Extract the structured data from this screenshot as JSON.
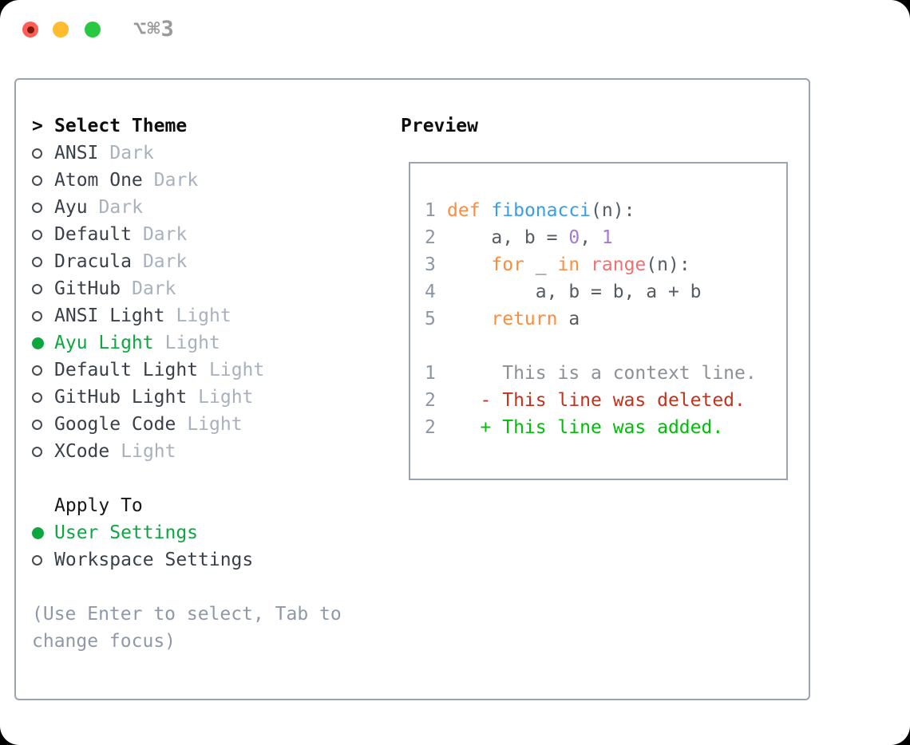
{
  "titlebar": {
    "title": "⌥⌘3"
  },
  "theme_picker": {
    "prompt": ">",
    "title": "Select Theme",
    "themes": [
      {
        "name": "ANSI",
        "variant": "Dark",
        "selected": false
      },
      {
        "name": "Atom One",
        "variant": "Dark",
        "selected": false
      },
      {
        "name": "Ayu",
        "variant": "Dark",
        "selected": false
      },
      {
        "name": "Default",
        "variant": "Dark",
        "selected": false
      },
      {
        "name": "Dracula",
        "variant": "Dark",
        "selected": false
      },
      {
        "name": "GitHub",
        "variant": "Dark",
        "selected": false
      },
      {
        "name": "ANSI Light",
        "variant": "Light",
        "selected": false
      },
      {
        "name": "Ayu Light",
        "variant": "Light",
        "selected": true
      },
      {
        "name": "Default Light",
        "variant": "Light",
        "selected": false
      },
      {
        "name": "GitHub Light",
        "variant": "Light",
        "selected": false
      },
      {
        "name": "Google Code",
        "variant": "Light",
        "selected": false
      },
      {
        "name": "XCode",
        "variant": "Light",
        "selected": false
      }
    ],
    "apply_to": {
      "title": "Apply To",
      "options": [
        {
          "label": "User Settings",
          "selected": true
        },
        {
          "label": "Workspace Settings",
          "selected": false
        }
      ]
    },
    "hint": [
      "(Use Enter to select, Tab to",
      "change focus)"
    ]
  },
  "preview": {
    "title": "Preview",
    "code": [
      {
        "ln": "1",
        "tokens": [
          {
            "s": "kw",
            "t": "def"
          },
          {
            "s": "fg",
            "t": " "
          },
          {
            "s": "fn",
            "t": "fibonacci"
          },
          {
            "s": "fg",
            "t": "(n):"
          }
        ]
      },
      {
        "ln": "2",
        "tokens": [
          {
            "s": "fg",
            "t": "    a, b = "
          },
          {
            "s": "num",
            "t": "0"
          },
          {
            "s": "fg",
            "t": ", "
          },
          {
            "s": "num",
            "t": "1"
          }
        ]
      },
      {
        "ln": "3",
        "tokens": [
          {
            "s": "fg",
            "t": "    "
          },
          {
            "s": "kw",
            "t": "for"
          },
          {
            "s": "fg",
            "t": " _ "
          },
          {
            "s": "kw",
            "t": "in"
          },
          {
            "s": "fg",
            "t": " "
          },
          {
            "s": "call",
            "t": "range"
          },
          {
            "s": "fg",
            "t": "(n):"
          }
        ]
      },
      {
        "ln": "4",
        "tokens": [
          {
            "s": "fg",
            "t": "        a, b = b, a + b"
          }
        ]
      },
      {
        "ln": "5",
        "tokens": [
          {
            "s": "fg",
            "t": "    "
          },
          {
            "s": "kw",
            "t": "return"
          },
          {
            "s": "fg",
            "t": " a"
          }
        ]
      }
    ],
    "diff": [
      {
        "ln": "1",
        "kind": "context",
        "text": "     This is a context line."
      },
      {
        "ln": "2",
        "kind": "deleted",
        "text": "   - This line was deleted."
      },
      {
        "ln": "2",
        "kind": "added",
        "text": "   + This line was added."
      }
    ]
  },
  "colors": {
    "selected_green": "#0ca73f",
    "added_green": "#00bd0a",
    "deleted_red": "#c2331d",
    "context_gray": "#8b9096",
    "keyword_orange": "#fa8d3e",
    "function_blue": "#399ee6",
    "call_coral": "#f07171",
    "number_purple": "#a37acc",
    "muted_variant": "#a8b1bd",
    "hint_gray": "#8e98a8",
    "panel_border": "#9aa4b0",
    "traffic_red": "#ff5f57",
    "traffic_yellow": "#febc2e",
    "traffic_green": "#28c840"
  }
}
